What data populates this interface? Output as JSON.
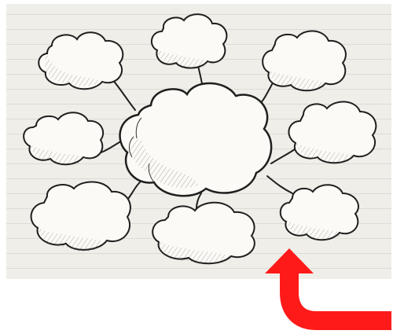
{
  "diagram": {
    "type": "mind-map",
    "style": "hand-drawn sketch on lined paper",
    "center_node": {
      "shape": "cloud",
      "label": ""
    },
    "branch_nodes": [
      {
        "id": "top-left",
        "shape": "cloud",
        "label": ""
      },
      {
        "id": "top-center",
        "shape": "cloud",
        "label": ""
      },
      {
        "id": "top-right",
        "shape": "cloud",
        "label": ""
      },
      {
        "id": "left",
        "shape": "cloud",
        "label": ""
      },
      {
        "id": "right",
        "shape": "cloud",
        "label": ""
      },
      {
        "id": "bottom-left",
        "shape": "cloud",
        "label": ""
      },
      {
        "id": "bottom-center",
        "shape": "cloud",
        "label": ""
      },
      {
        "id": "bottom-right",
        "shape": "cloud",
        "label": ""
      }
    ],
    "overlay": {
      "shape": "curved-arrow",
      "direction": "up",
      "points_at": "bottom-right"
    }
  },
  "colors": {
    "paper": "#efeee8",
    "paper_lines": "#dcdcd8",
    "ink": "#1f1f1f",
    "cloud_fill": "#fbfaf6",
    "arrow": "#ff1a1a"
  }
}
